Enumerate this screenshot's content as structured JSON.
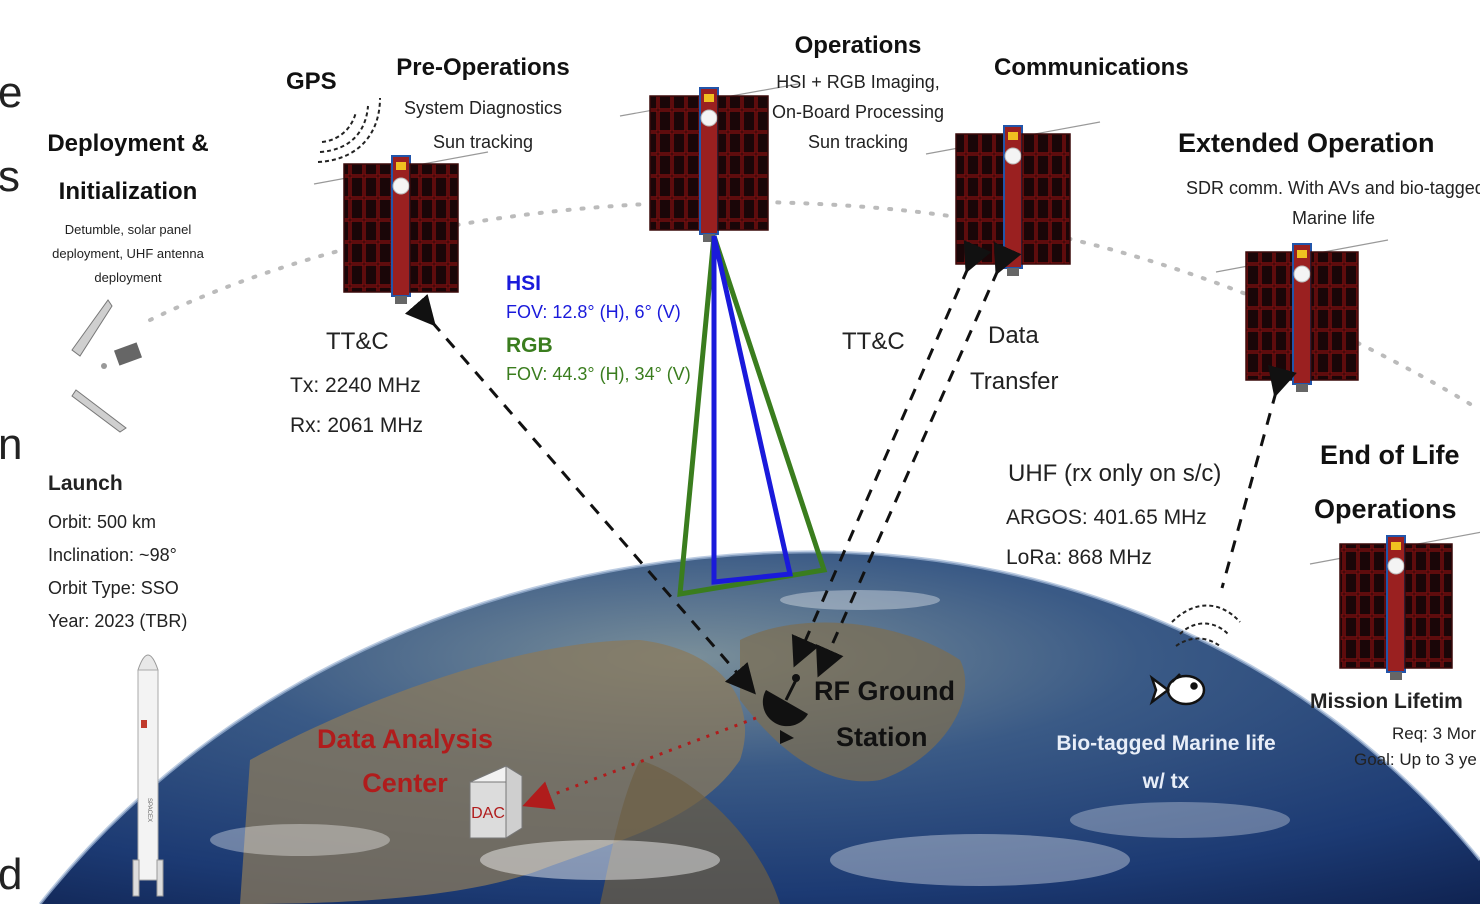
{
  "edge_letters": [
    "e",
    "s",
    "n",
    "d"
  ],
  "launch": {
    "title": "Launch",
    "lines": [
      "Orbit: 500 km",
      "Inclination: ~98°",
      "Orbit Type: SSO",
      "Year: 2023 (TBR)"
    ]
  },
  "deployment": {
    "title_line1": "Deployment &",
    "title_line2": "Initialization",
    "desc_lines": [
      "Detumble, solar panel",
      "deployment, UHF antenna",
      "deployment"
    ]
  },
  "gps_label": "GPS",
  "pre_operations": {
    "title": "Pre-Operations",
    "lines": [
      "System Diagnostics",
      "Sun tracking"
    ]
  },
  "operations": {
    "title": "Operations",
    "lines": [
      "HSI + RGB Imaging,",
      "On-Board Processing",
      "Sun tracking"
    ]
  },
  "communications": {
    "title": "Communications"
  },
  "extended_operations": {
    "title": "Extended Operation",
    "lines": [
      "SDR comm. With AVs and bio-tagged",
      "Marine life"
    ]
  },
  "end_of_life": {
    "line1": "End of Life",
    "line2": "Operations"
  },
  "mission_lifetime": {
    "title": "Mission Lifetim",
    "req": "Req: 3 Mor",
    "goal": "Goal: Up to 3 ye"
  },
  "ttc_left": {
    "title": "TT&C",
    "tx": "Tx: 2240 MHz",
    "rx": "Rx: 2061 MHz"
  },
  "hsi": {
    "title": "HSI",
    "fov": "FOV: 12.8° (H), 6° (V)",
    "color": "#1a1adb"
  },
  "rgb": {
    "title": "RGB",
    "fov": "FOV: 44.3° (H), 34° (V)",
    "color": "#3a7d1e"
  },
  "ttc_right": {
    "title": "TT&C"
  },
  "data_transfer": {
    "line1": "Data",
    "line2": "Transfer"
  },
  "uhf": {
    "title": "UHF (rx only on s/c)",
    "argos": "ARGOS: 401.65 MHz",
    "lora": "LoRa: 868 MHz"
  },
  "rf_ground_station": {
    "line1": "RF Ground",
    "line2": "Station"
  },
  "data_analysis_center": {
    "line1": "Data Analysis",
    "line2": "Center",
    "box_label": "DAC",
    "color": "#b01c1c"
  },
  "bio_tagged": {
    "line1": "Bio-tagged Marine life",
    "line2": "w/ tx"
  },
  "rocket_mark": "SPACEX",
  "colors": {
    "earth_ocean": "#1c3a73",
    "satellite_panel": "#1a0608",
    "satellite_trim": "#8a1010"
  }
}
